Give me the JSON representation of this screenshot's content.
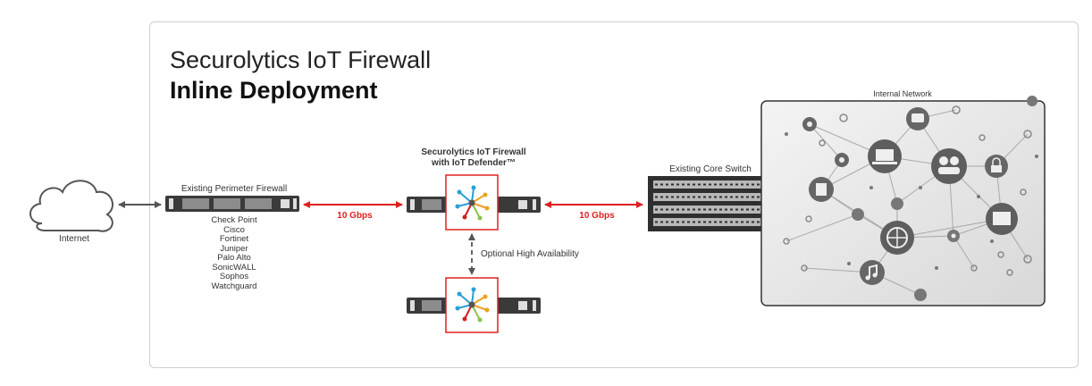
{
  "title": {
    "line1": "Securolytics IoT Firewall",
    "line2": "Inline Deployment"
  },
  "labels": {
    "internet": "Internet",
    "perimeter_firewall": "Existing Perimeter Firewall",
    "iot_firewall_line1": "Securolytics IoT Firewall",
    "iot_firewall_line2": "with IoT Defender™",
    "core_switch": "Existing Core Switch",
    "internal_network": "Internal Network",
    "link_left": "10 Gbps",
    "link_right": "10 Gbps",
    "high_availability": "Optional High Availability"
  },
  "vendors": [
    "Check Point",
    "Cisco",
    "Fortinet",
    "Juniper",
    "Palo Alto",
    "SonicWALL",
    "Sophos",
    "Watchguard"
  ],
  "colors": {
    "link": "#e02020",
    "defender_border": "#e02020",
    "node_dark": "#6b6b6b",
    "network_bg": "#e6e6e6",
    "device": "#3a3a3a"
  },
  "icons": {
    "cloud": "cloud-icon",
    "defender": "iot-defender-logo",
    "network_nodes": [
      "phone-icon",
      "chat-icon",
      "laptop-icon",
      "people-icon",
      "lock-icon",
      "notes-icon",
      "globe-icon",
      "touch-screen-icon",
      "music-icon",
      "star-icon",
      "gear-icon",
      "share-icon"
    ]
  }
}
